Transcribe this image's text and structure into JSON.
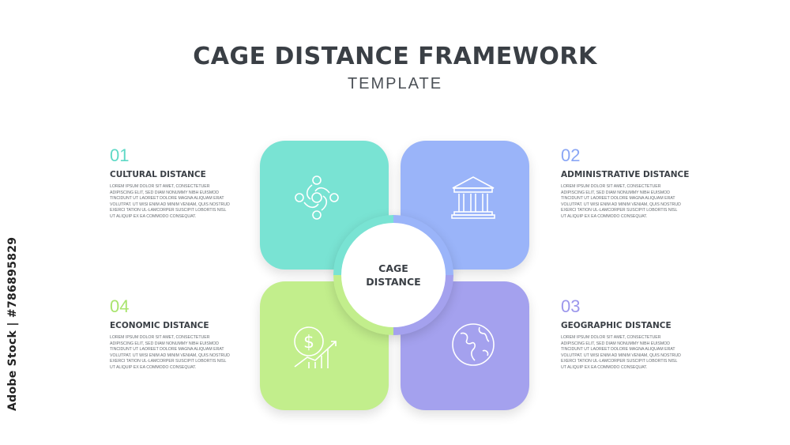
{
  "header": {
    "title": "CAGE DISTANCE FRAMEWORK",
    "subtitle": "TEMPLATE"
  },
  "center": {
    "line1": "CAGE",
    "line2": "DISTANCE"
  },
  "sections": [
    {
      "number": "01",
      "heading": "CULTURAL DISTANCE",
      "color": "#79e3d3",
      "icon": "people-circle-icon",
      "body": "LOREM IPSUM DOLOR SIT AMET, CONSECTETUER ADIPISCING ELIT, SED DIAM NONUMMY NIBH EUISMOD TINCIDUNT UT LAOREET DOLORE MAGNA ALIQUAM ERAT VOLUTPAT. UT WISI ENIM AD MINIM VENIAM, QUIS NOSTRUD EXERCI TATION UL-LAMCORPER SUSCIPIT LOBORTIS NISL UT ALIQUIP EX EA COMMODO CONSEQUAT."
    },
    {
      "number": "02",
      "heading": "ADMINISTRATIVE DISTANCE",
      "color": "#9ab4f9",
      "icon": "government-building-icon",
      "body": "LOREM IPSUM DOLOR SIT AMET, CONSECTETUER ADIPISCING ELIT, SED DIAM NONUMMY NIBH EUISMOD TINCIDUNT UT LAOREET DOLORE MAGNA ALIQUAM ERAT VOLUTPAT. UT WISI ENIM AD MINIM VENIAM, QUIS NOSTRUD EXERCI TATION UL-LAMCORPER SUSCIPIT LOBORTIS NISL UT ALIQUIP EX EA COMMODO CONSEQUAT."
    },
    {
      "number": "03",
      "heading": "GEOGRAPHIC DISTANCE",
      "color": "#a4a1ee",
      "icon": "globe-icon",
      "body": "LOREM IPSUM DOLOR SIT AMET, CONSECTETUER ADIPISCING ELIT, SED DIAM NONUMMY NIBH EUISMOD TINCIDUNT UT LAOREET DOLORE MAGNA ALIQUAM ERAT VOLUTPAT. UT WISI ENIM AD MINIM VENIAM, QUIS NOSTRUD EXERCI TATION UL-LAMCORPER SUSCIPIT LOBORTIS NISL UT ALIQUIP EX EA COMMODO CONSEQUAT."
    },
    {
      "number": "04",
      "heading": "ECONOMIC DISTANCE",
      "color": "#c2ee8c",
      "icon": "dollar-growth-icon",
      "body": "LOREM IPSUM DOLOR SIT AMET, CONSECTETUER ADIPISCING ELIT, SED DIAM NONUMMY NIBH EUISMOD TINCIDUNT UT LAOREET DOLORE MAGNA ALIQUAM ERAT VOLUTPAT. UT WISI ENIM AD MINIM VENIAM, QUIS NOSTRUD EXERCI TATION UL-LAMCORPER SUSCIPIT LOBORTIS NISL UT ALIQUIP EX EA COMMODO CONSEQUAT."
    }
  ],
  "number_colors": [
    "#5fd9c6",
    "#8aa6f5",
    "#9c97ec",
    "#a9e46e"
  ],
  "watermark": {
    "side_text": "Adobe Stock | #786895829"
  }
}
